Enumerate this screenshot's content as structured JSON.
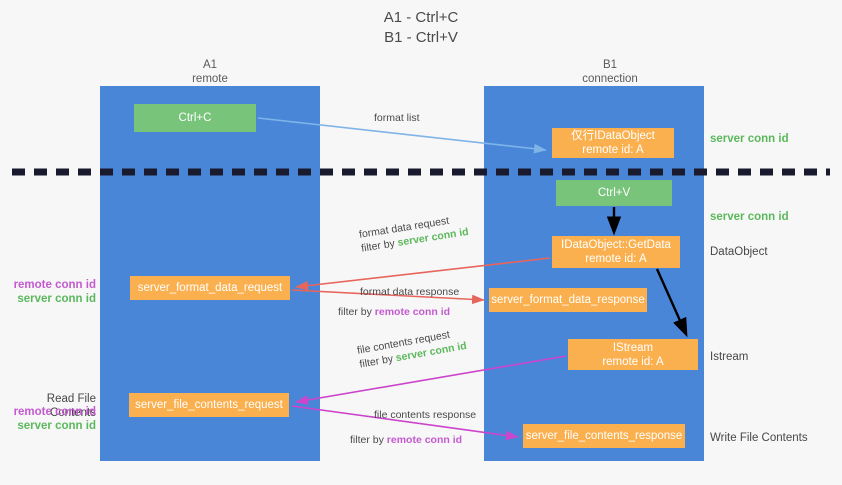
{
  "title": "A1 - Ctrl+C\nB1 - Ctrl+V",
  "lanes": [
    {
      "name": "A1",
      "role": "remote",
      "header": "A1\nremote"
    },
    {
      "name": "B1",
      "role": "connection",
      "header": "B1\nconnection"
    }
  ],
  "nodes": {
    "ctrl_c": "Ctrl+C",
    "ctrl_v": "Ctrl+V",
    "idataobject": "仅行IDataObject\nremote id: A",
    "getdata": "IDataObject::GetData\nremote id: A",
    "istream": "IStream\nremote id: A",
    "server_format_data_request": "server_format_data_request",
    "server_format_data_response": "server_format_data_response",
    "server_file_contents_request": "server_file_contents_request",
    "server_file_contents_response": "server_file_contents_response"
  },
  "side_labels": {
    "server_conn_id_1": "server conn id",
    "server_conn_id_2": "server conn id",
    "dataobject": "DataObject",
    "istream": "Istream",
    "write_file_contents": "Write File Contents"
  },
  "left_labels": {
    "read_file_contents": "Read File Contents",
    "remote_conn_id": "remote conn id",
    "server_conn_id": "server conn id"
  },
  "edges": {
    "format_list": "format list",
    "format_data_request": "format data request",
    "format_data_request_filter_prefix": "filter by ",
    "format_data_request_filter_value": "server conn id",
    "format_data_response": "format data response",
    "format_data_response_filter_prefix": "filter by ",
    "format_data_response_filter_value": "remote conn id",
    "file_contents_request": "file contents request",
    "file_contents_request_filter_prefix": "filter by ",
    "file_contents_request_filter_value": "server conn id",
    "file_contents_response": "file contents response",
    "file_contents_response_filter_prefix": "filter by ",
    "file_contents_response_filter_value": "remote conn id"
  },
  "colors": {
    "lane": "#4a86d8",
    "green_box": "#78c47a",
    "orange_box": "#fbb04f",
    "server_conn_id": "#5cb85c",
    "remote_conn_id": "#c45ad0",
    "format_list_arrow": "#7fb4e8",
    "format_data_arrow": "#e8655c",
    "file_contents_arrow": "#cc44cc",
    "black_arrow": "#000000",
    "divider": "#1a1a2e",
    "background": "#f7f7f7"
  }
}
